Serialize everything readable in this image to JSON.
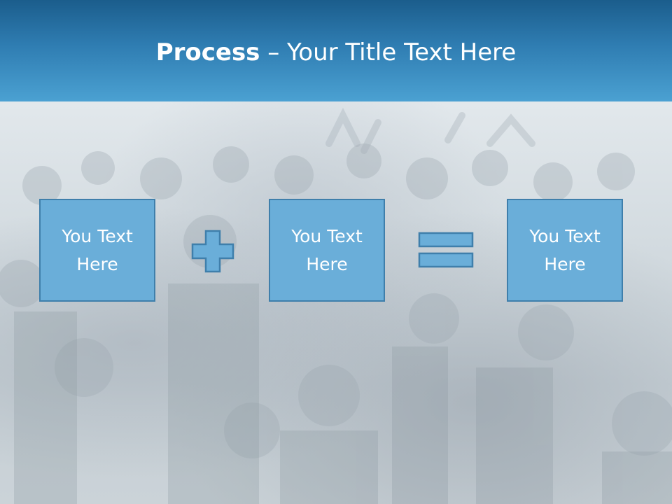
{
  "slide": {
    "title_bold": "Process",
    "title_rest": " – Your Title Text Here"
  },
  "process": {
    "boxes": [
      {
        "text": "You Text Here"
      },
      {
        "text": "You Text Here"
      },
      {
        "text": "You Text Here"
      }
    ],
    "operators": [
      "plus-icon",
      "equals-icon"
    ]
  },
  "colors": {
    "header_dark": "#1b5d8c",
    "header_light": "#4ba1d2",
    "box_fill": "#6aaed9",
    "box_border": "#3f7fab",
    "text": "#ffffff"
  }
}
